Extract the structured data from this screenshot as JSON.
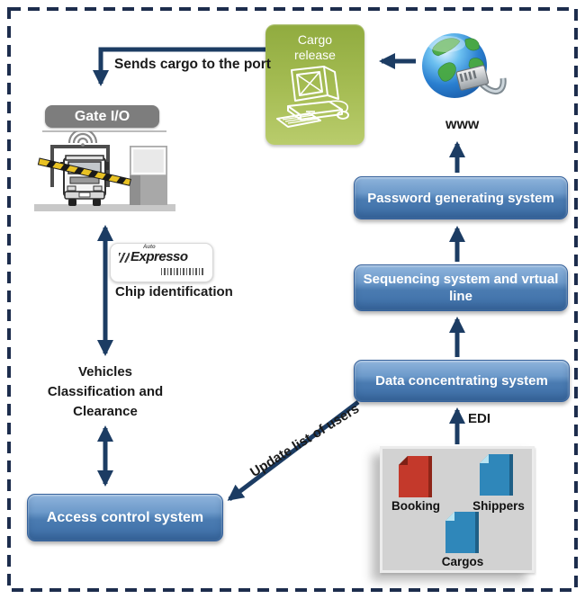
{
  "diagram": {
    "title_context": "Port gate access and cargo release system diagram",
    "cargo_release_label": "Cargo release",
    "sends_cargo_label": "Sends cargo to the port",
    "gate_label": "Gate I/O",
    "www_label": "www",
    "chip_label": "Chip identification",
    "expresso": {
      "prefix": "Auto",
      "brand": "Expresso"
    },
    "vehicles_lines": [
      "Vehicles",
      "Classification and",
      "Clearance"
    ],
    "update_label": "Update list of users",
    "edi_label": "EDI",
    "boxes": {
      "password": "Password generating system",
      "sequencing": "Sequencing system and vrtual line",
      "data": "Data concentrating system",
      "access": "Access control system"
    },
    "documents": {
      "items": [
        {
          "label": "Booking",
          "color": "#c4392b"
        },
        {
          "label": "Shippers",
          "color": "#2f87ba"
        },
        {
          "label": "Cargos",
          "color": "#2f87ba"
        }
      ]
    }
  },
  "colors": {
    "arrow_navy": "#1c3c63",
    "border_navy": "#1d2d4d",
    "box_blue": "#4a7bb1",
    "green": "#a6bd54",
    "gate_gray": "#7d7d7d",
    "panel_gray": "#d2d2d2",
    "doc_red": "#c4392b",
    "doc_blue": "#2f87ba"
  }
}
